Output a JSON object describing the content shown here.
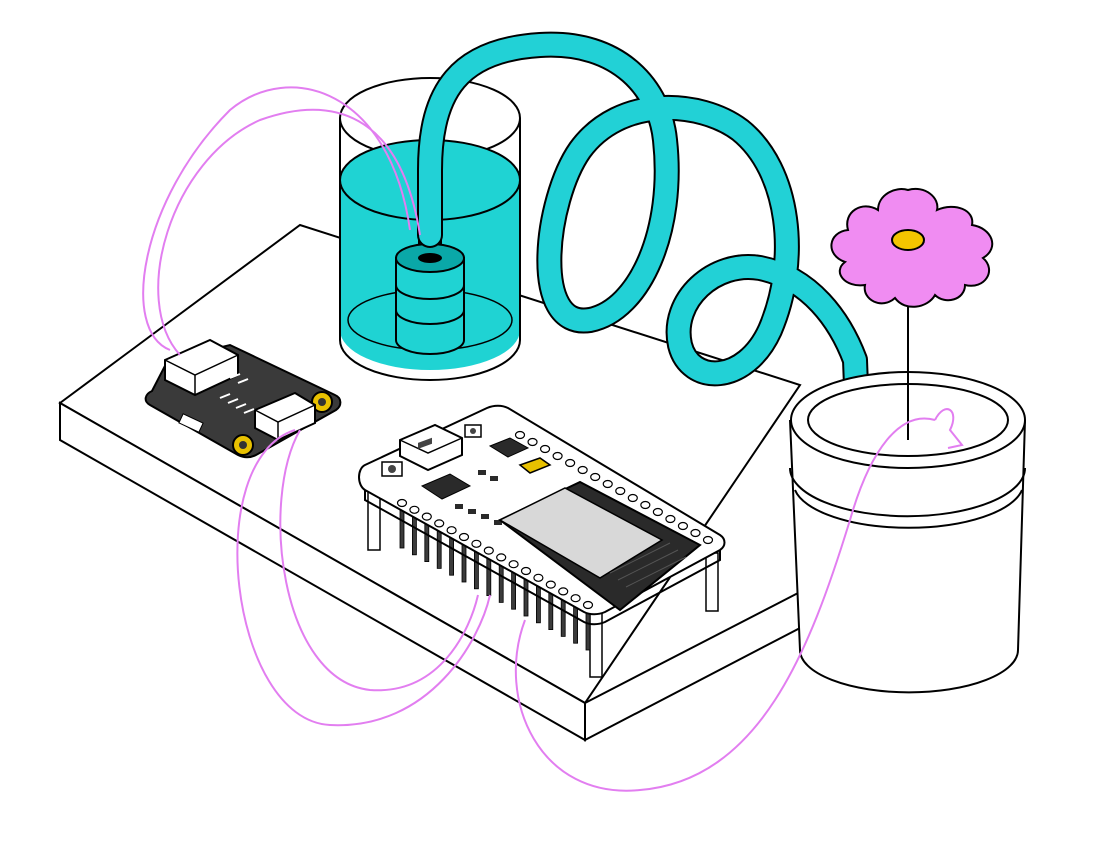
{
  "diagram": {
    "components": [
      {
        "id": "base-board",
        "kind": "base plate"
      },
      {
        "id": "water-reservoir",
        "kind": "cylindrical water container"
      },
      {
        "id": "submersible-pump",
        "kind": "pump in reservoir"
      },
      {
        "id": "tubing",
        "kind": "cyan water tube looping to pot"
      },
      {
        "id": "relay-module",
        "kind": "small control module with two connectors"
      },
      {
        "id": "microcontroller-board",
        "kind": "dev board with wifi module and pins"
      },
      {
        "id": "plant-pot",
        "kind": "cylindrical pot"
      },
      {
        "id": "flower",
        "kind": "pink flower with yellow center"
      },
      {
        "id": "soil-probe",
        "kind": "moisture sensor wire in soil"
      },
      {
        "id": "wires",
        "kind": "magenta connecting wires"
      }
    ]
  },
  "colors": {
    "outline": "#000000",
    "water": "#1fd3d3",
    "water_dark": "#0aa8a8",
    "tube": "#22d1d6",
    "wire": "#e27ef0",
    "flower": "#f08cf2",
    "flower_center": "#f3c500",
    "module": "#3a3a3a",
    "chip_shield": "#d8d8d8",
    "board": "#ffffff",
    "pin": "#3b3b3b",
    "pad_gold": "#e8c100"
  }
}
